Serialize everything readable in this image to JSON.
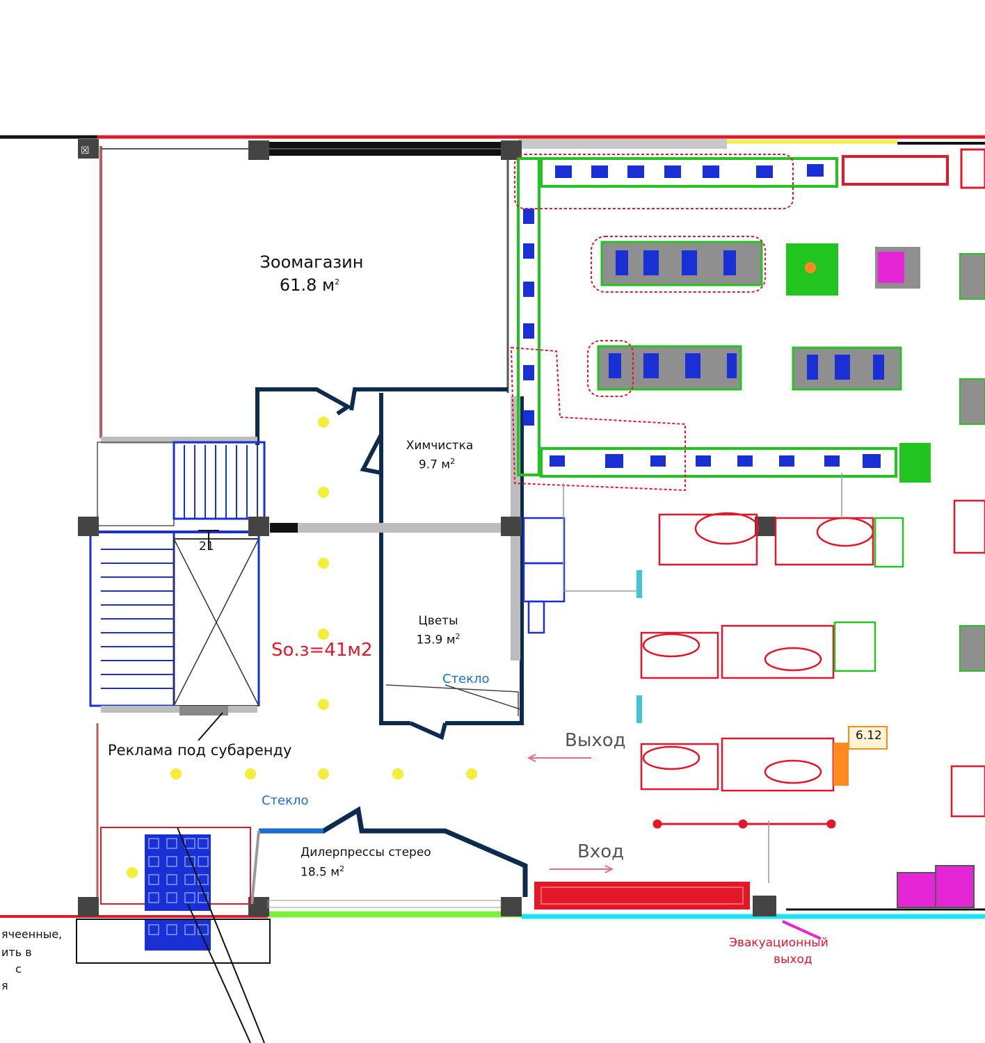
{
  "rooms": {
    "pet_store": {
      "name": "Зоомагазин",
      "area": "61.8 м",
      "area_unit_power": "2"
    },
    "chemistry": {
      "name": "Химчистка",
      "area": "9.7 м",
      "area_unit_power": "2"
    },
    "flowers": {
      "name": "Цветы",
      "area": "13.9 м",
      "area_unit_power": "2"
    },
    "phone_repair": {
      "name": "Дилерпрессы стерео",
      "area": "18.5 м",
      "area_unit_power": "2"
    }
  },
  "labels": {
    "common_area": "Sо.з=41м2",
    "glass_top": "Стекло",
    "glass_bottom": "Стекло",
    "ad_sublease": "Реклама под субаренду",
    "exit": "Выход",
    "entrance": "Вход",
    "emergency_exit_line1": "Эвакуационный",
    "emergency_exit_line2": "выход",
    "stair_number": "21",
    "cash_id": "6.12",
    "left_note": [
      "ячеенные,",
      "ить в",
      "с",
      "я"
    ]
  },
  "colors": {
    "wall_red": "#e0182c",
    "wall_dark": "#0d2a4f",
    "shelf_green": "#22c41f",
    "equipment_blue": "#1a2fd4",
    "checkout_red": "#e3162a",
    "lamp_yellow": "#f4ee3a",
    "display_magenta": "#e426d6",
    "floor_cyan": "#19e4f0",
    "cashbox_orange": "#ff8a1f"
  }
}
